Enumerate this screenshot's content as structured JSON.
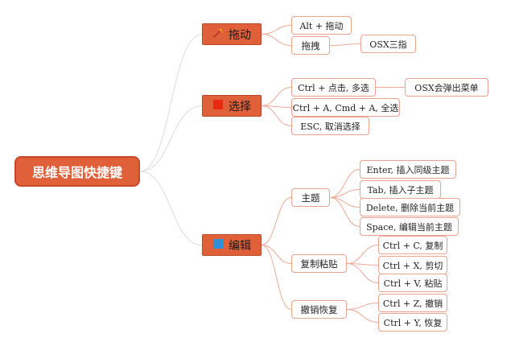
{
  "diagram": {
    "root": "思维导图快捷键",
    "colors": {
      "accent": "#e0603a",
      "leaf_border": "#e8a28f",
      "root_link": "#dcdcdc",
      "child_link": "#eeaa96"
    },
    "branches": [
      {
        "label": "拖动",
        "icon": "magic-wand-icon",
        "children": [
          {
            "label": "Alt + 拖动"
          },
          {
            "label": "拖拽",
            "children": [
              {
                "label": "OSX三指"
              }
            ]
          }
        ]
      },
      {
        "label": "选择",
        "icon": "red-square-icon",
        "children": [
          {
            "label": "Ctrl + 点击, 多选",
            "children": [
              {
                "label": "OSX会弹出菜单"
              }
            ]
          },
          {
            "label": "Ctrl + A, Cmd + A, 全选"
          },
          {
            "label": "ESC, 取消选择"
          }
        ]
      },
      {
        "label": "编辑",
        "icon": "blue-square-icon",
        "children": [
          {
            "label": "主题",
            "children": [
              {
                "label": "Enter, 插入同级主题"
              },
              {
                "label": "Tab, 插入子主题"
              },
              {
                "label": "Delete, 删除当前主题"
              },
              {
                "label": "Space, 编辑当前主题"
              }
            ]
          },
          {
            "label": "复制粘贴",
            "children": [
              {
                "label": "Ctrl + C, 复制"
              },
              {
                "label": "Ctrl + X, 剪切"
              },
              {
                "label": "Ctrl + V, 粘贴"
              }
            ]
          },
          {
            "label": "撤销恢复",
            "children": [
              {
                "label": "Ctrl + Z, 撤销"
              },
              {
                "label": "Ctrl + Y, 恢复"
              }
            ]
          }
        ]
      }
    ]
  }
}
